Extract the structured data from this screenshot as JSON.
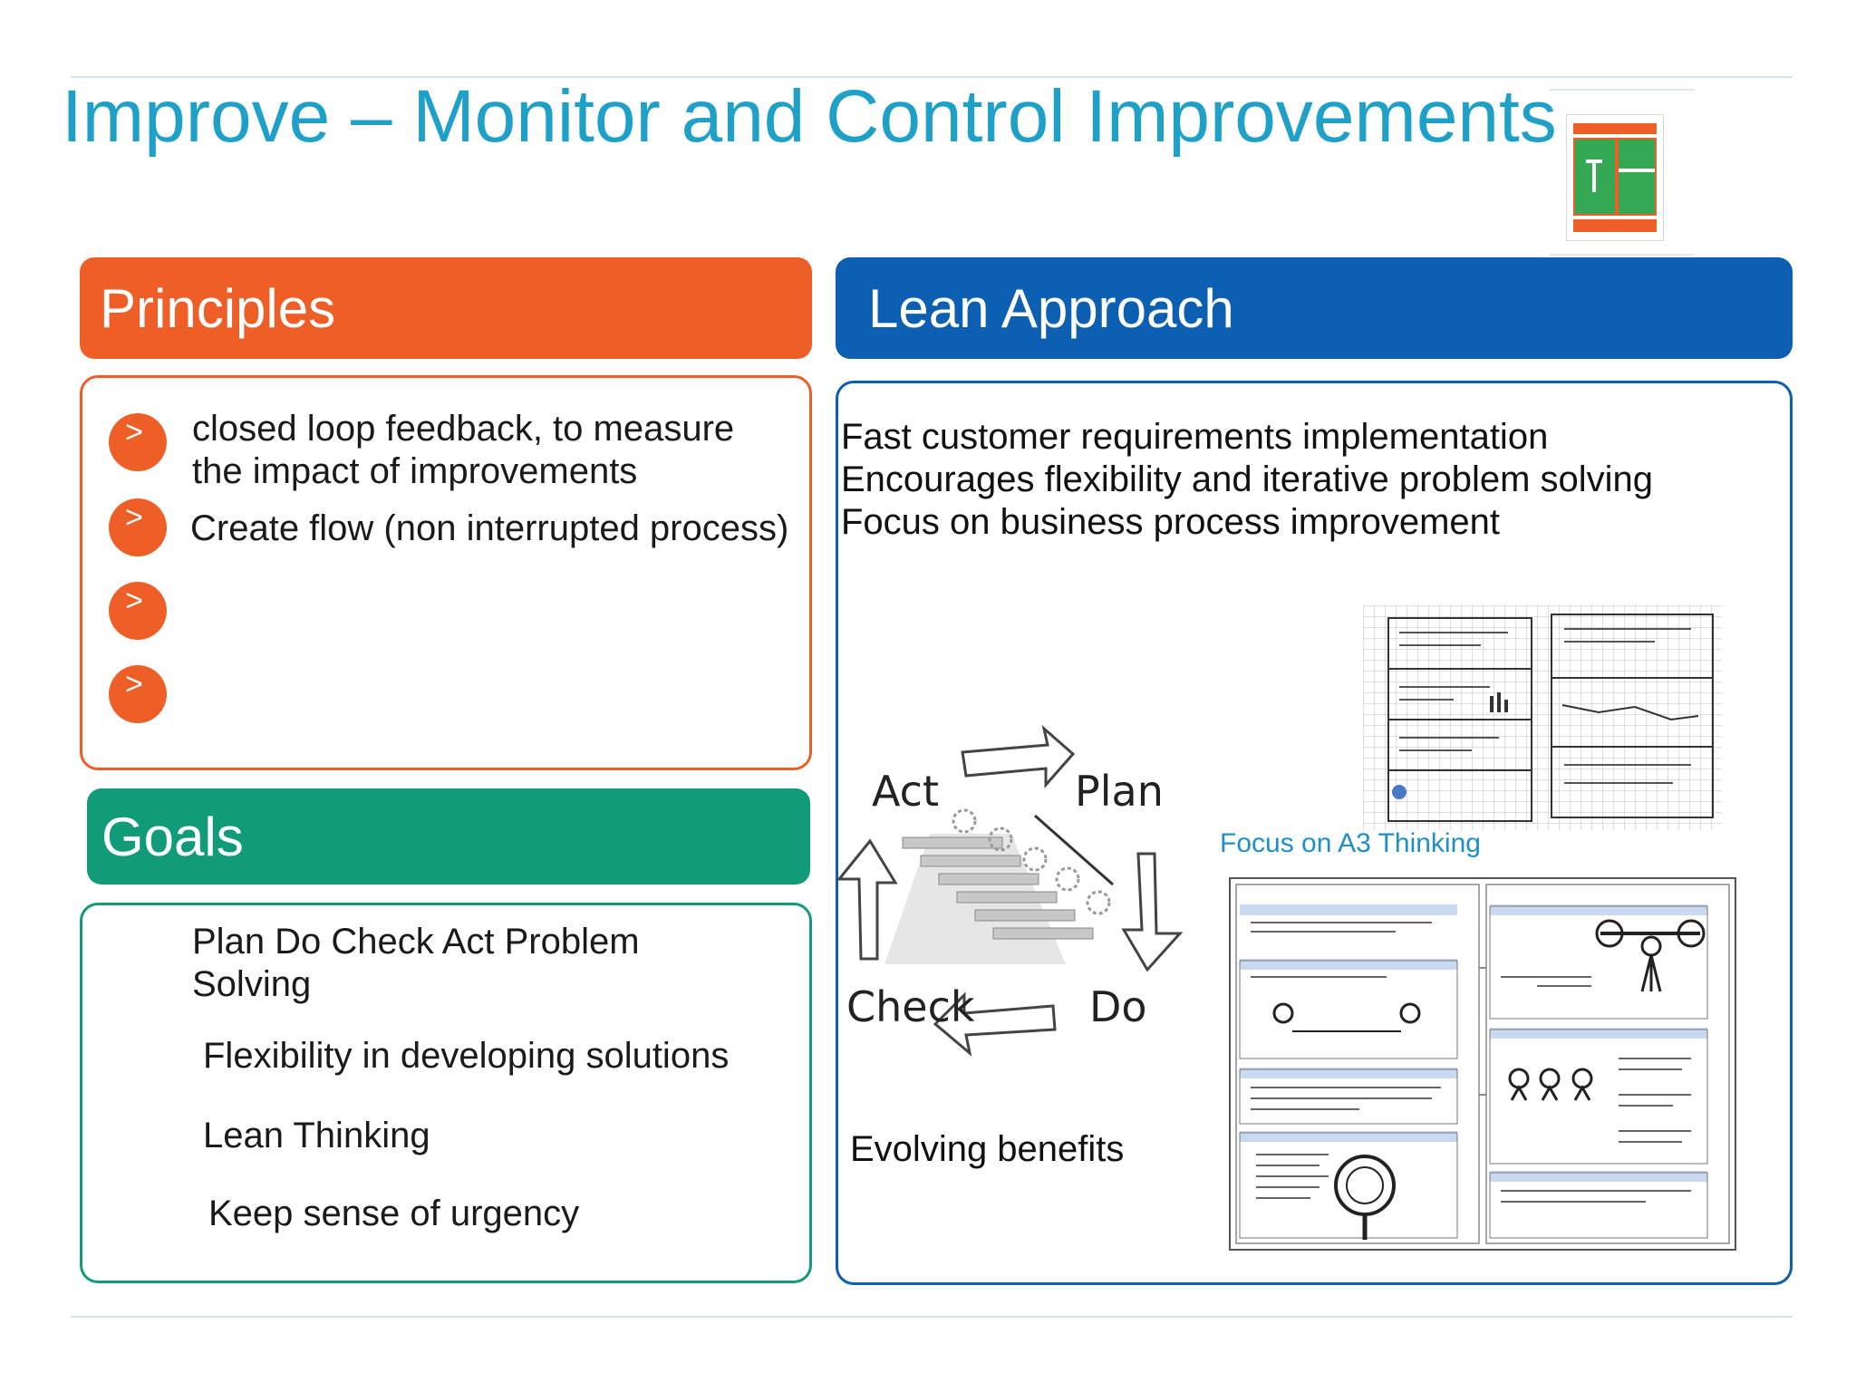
{
  "title": "Improve – Monitor and Control Improvements",
  "logo": {
    "icon": "company-logo-icon",
    "colors": [
      "#ee5f27",
      "#35a853"
    ]
  },
  "principles": {
    "header": "Principles",
    "color": "#ee5f27",
    "bullet_symbol": ">",
    "items": [
      "closed loop feedback, to measure\nthe impact of improvements",
      "Create flow (non interrupted process)",
      "",
      ""
    ]
  },
  "goals": {
    "header": "Goals",
    "color": "#119b79",
    "items": [
      "Plan Do Check Act Problem\nSolving",
      "Flexibility in developing solutions",
      "Lean Thinking",
      "Keep sense of urgency"
    ]
  },
  "lean": {
    "header": "Lean Approach",
    "color": "#0d5fb2",
    "lines": [
      "Fast customer requirements implementation",
      "Encourages flexibility and iterative problem solving",
      "Focus on business process improvement"
    ],
    "cycle_labels": {
      "act": "Act",
      "plan": "Plan",
      "check": "Check",
      "do": "Do"
    },
    "evolving": "Evolving benefits",
    "a3_caption": "Focus on A3 Thinking"
  }
}
